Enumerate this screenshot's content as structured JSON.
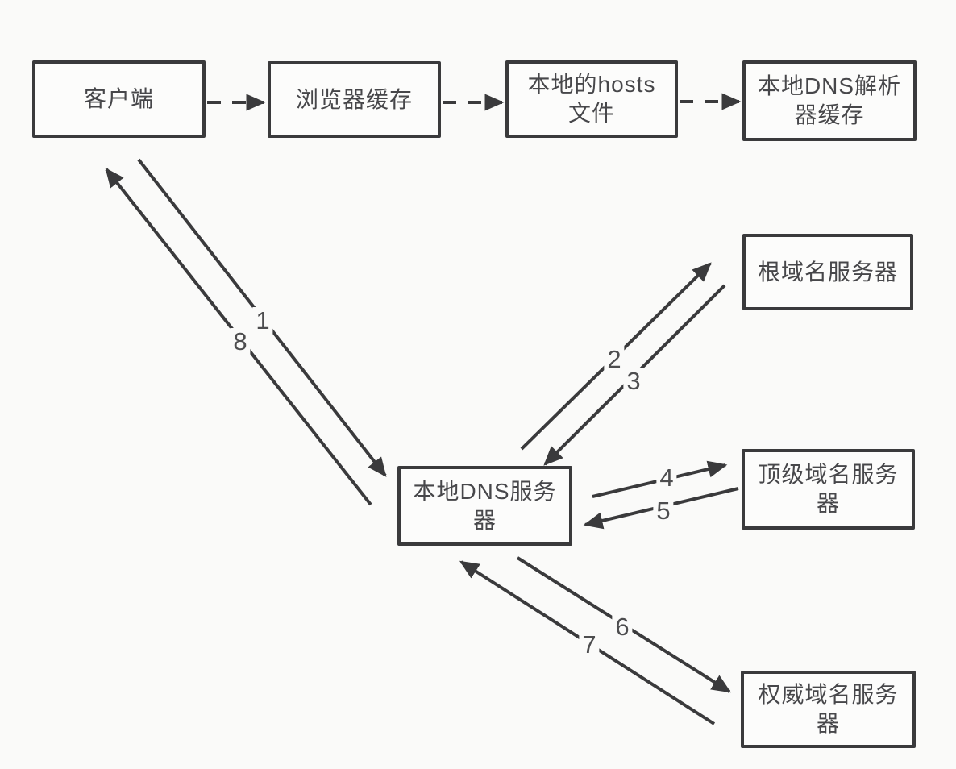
{
  "diagram": {
    "type": "flow-diagram",
    "subject": "DNS resolution lookup order",
    "colors": {
      "background": "#fafaf9",
      "node_fill": "#fcfcfb",
      "line": "#3a3a3c",
      "text": "#47474a"
    },
    "nodes": {
      "client": {
        "label": "客户端",
        "lines": [
          "客户端"
        ]
      },
      "browser_cache": {
        "label": "浏览器缓存",
        "lines": [
          "浏览器缓存"
        ]
      },
      "hosts_file": {
        "label": "本地的hosts文件",
        "lines": [
          "本地的hosts",
          "文件"
        ]
      },
      "resolver_cache": {
        "label": "本地DNS解析器缓存",
        "lines": [
          "本地DNS解析",
          "器缓存"
        ]
      },
      "root_server": {
        "label": "根域名服务器",
        "lines": [
          "根域名服务器"
        ]
      },
      "local_dns": {
        "label": "本地DNS服务器",
        "lines": [
          "本地DNS服务",
          "器"
        ]
      },
      "tld_server": {
        "label": "顶级域名服务器",
        "lines": [
          "顶级域名服务",
          "器"
        ]
      },
      "auth_server": {
        "label": "权威域名服务器",
        "lines": [
          "权威域名服务",
          "器"
        ]
      }
    },
    "edges": {
      "d1": {
        "from": "client",
        "to": "browser_cache",
        "style": "dashed",
        "label": ""
      },
      "d2": {
        "from": "browser_cache",
        "to": "hosts_file",
        "style": "dashed",
        "label": ""
      },
      "d3": {
        "from": "hosts_file",
        "to": "resolver_cache",
        "style": "dashed",
        "label": ""
      },
      "e1": {
        "from": "client",
        "to": "local_dns",
        "style": "solid",
        "label": "1"
      },
      "e2": {
        "from": "local_dns",
        "to": "root_server",
        "style": "solid",
        "label": "2"
      },
      "e3": {
        "from": "root_server",
        "to": "local_dns",
        "style": "solid",
        "label": "3"
      },
      "e4": {
        "from": "local_dns",
        "to": "tld_server",
        "style": "solid",
        "label": "4"
      },
      "e5": {
        "from": "tld_server",
        "to": "local_dns",
        "style": "solid",
        "label": "5"
      },
      "e6": {
        "from": "local_dns",
        "to": "auth_server",
        "style": "solid",
        "label": "6"
      },
      "e7": {
        "from": "auth_server",
        "to": "local_dns",
        "style": "solid",
        "label": "7"
      },
      "e8": {
        "from": "local_dns",
        "to": "client",
        "style": "solid",
        "label": "8"
      }
    }
  }
}
